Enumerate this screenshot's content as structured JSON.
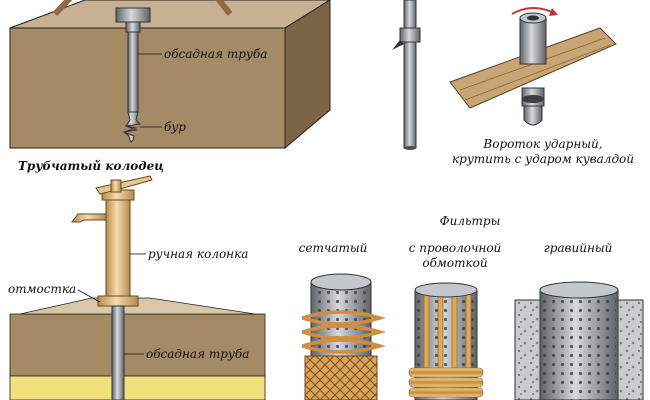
{
  "labels": {
    "casing_pipe_top": "обсадная труба",
    "drill": "бур",
    "tube_well": "Трубчатый колодец",
    "hand_pump": "ручная колонка",
    "blind_area": "отмостка",
    "casing_pipe_bottom": "обсадная труба",
    "wrench_line1": "Вороток ударный,",
    "wrench_line2": "крутить с ударом кувалдой",
    "filters_title": "Фильтры",
    "filter_mesh": "сетчатый",
    "filter_wire_line1": "с проволочной",
    "filter_wire_line2": "обмоткой",
    "filter_gravel": "гравийный"
  },
  "colors": {
    "soil": "#a58a66",
    "soil_top": "#c7b192",
    "soil_side": "#7c6446",
    "sand": "#f2e07c",
    "steel": "#9aa0a6",
    "copper": "#e0a85a",
    "pump": "#e8c690",
    "wood": "#c8a574"
  }
}
